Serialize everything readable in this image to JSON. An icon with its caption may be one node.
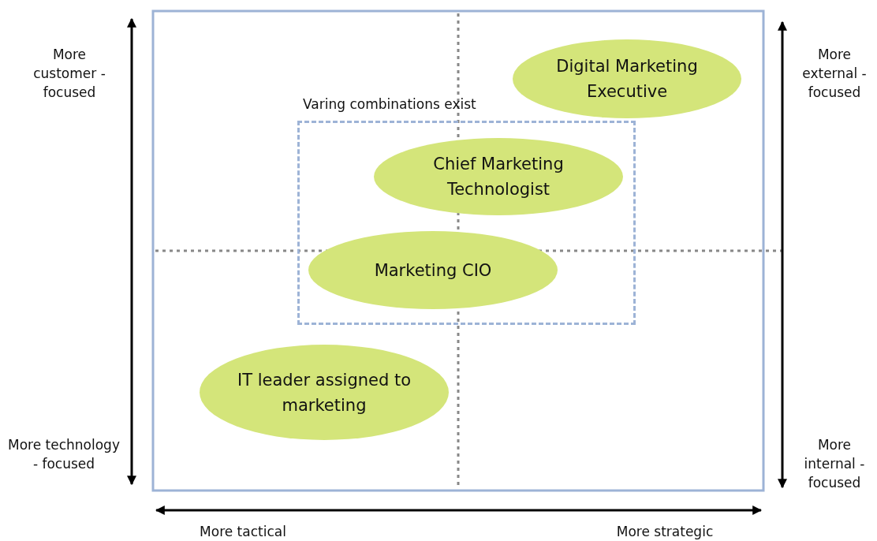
{
  "diagram": {
    "nodes": [
      {
        "text": [
          "Digital Marketing Executive"
        ]
      },
      {
        "text": [
          "Varing combinations exist"
        ]
      },
      {
        "text": [
          "Chief Marketing Technologist"
        ],
        "in": 1
      },
      {
        "text": [
          "Marketing CIO"
        ],
        "in": 1
      },
      {
        "text": [
          "IT leader assigned to marketing"
        ]
      }
    ],
    "edges": [],
    "labels": [
      "More customer - focused",
      "More external - focused",
      "More technology - focused",
      "More internal - focused",
      "More tactical",
      "More strategic"
    ]
  }
}
